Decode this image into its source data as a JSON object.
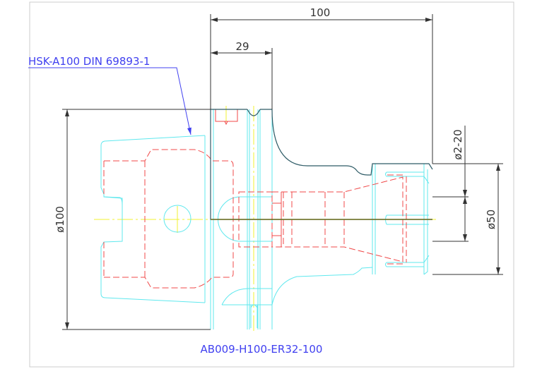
{
  "drawing": {
    "part_label": "HSK-A100 DIN 69893-1",
    "part_number": "AB009-H100-ER32-100",
    "dimensions": {
      "overall_length": "100",
      "flange_length": "29",
      "shank_diameter": "ø100",
      "clamping_range": "ø2-20",
      "nut_diameter": "ø50"
    }
  },
  "colors": {
    "outline": "#2e5b66",
    "hidden": "#f04848",
    "visible": "#5fe8ee",
    "centerline": "#f0f030",
    "annotation": "#4040f0"
  }
}
